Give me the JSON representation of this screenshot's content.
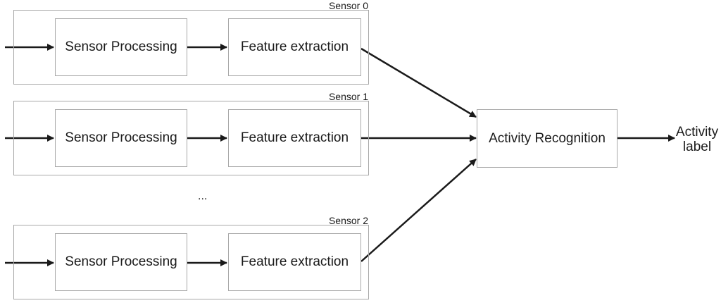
{
  "sensors": [
    {
      "label": "Sensor 0",
      "processing": "Sensor Processing",
      "feature": "Feature extraction"
    },
    {
      "label": "Sensor 1",
      "processing": "Sensor Processing",
      "feature": "Feature extraction"
    },
    {
      "label": "Sensor 2",
      "processing": "Sensor Processing",
      "feature": "Feature extraction"
    }
  ],
  "ellipsis": "...",
  "recognition": "Activity Recognition",
  "output": {
    "line1": "Activity",
    "line2": "label"
  }
}
